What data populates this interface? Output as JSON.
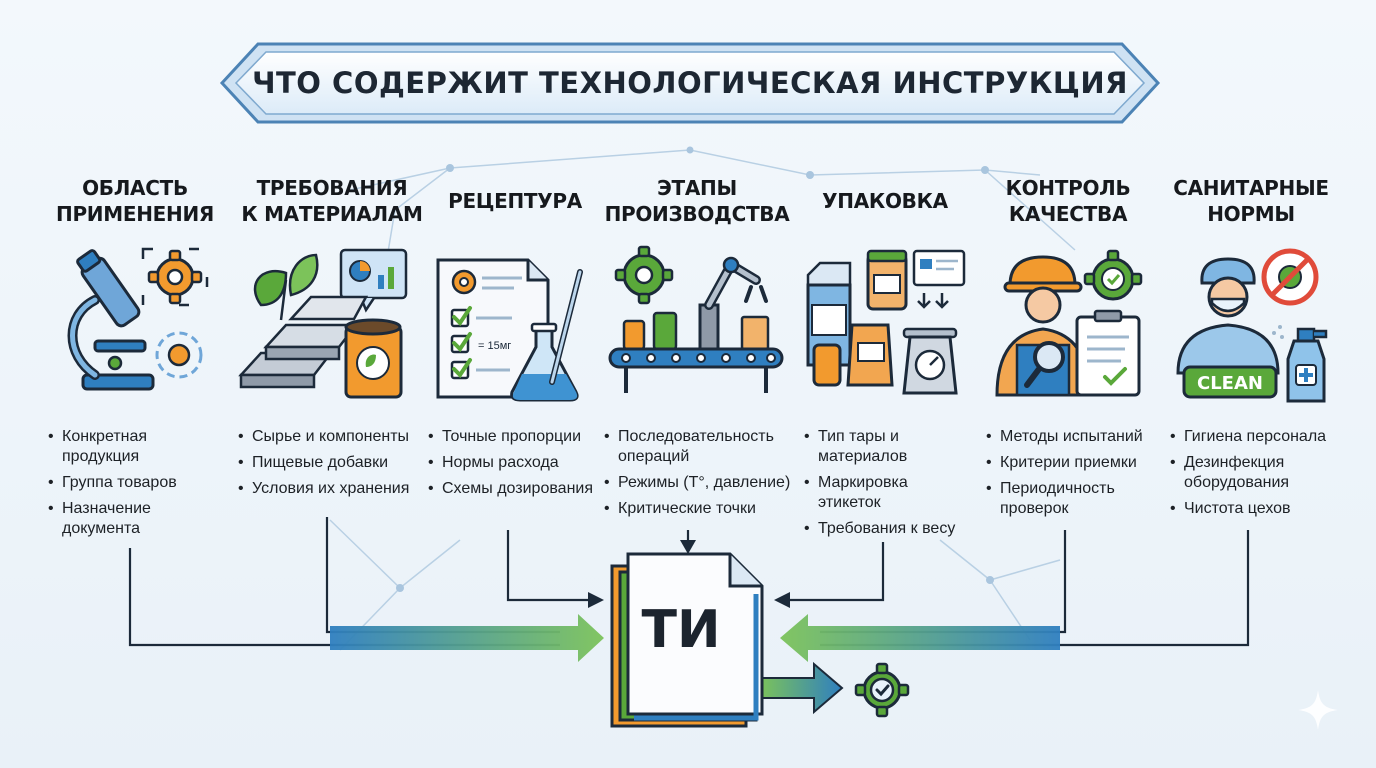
{
  "title": "ЧТО СОДЕРЖИТ ТЕХНОЛОГИЧЕСКАЯ ИНСТРУКЦИЯ",
  "center": {
    "label": "ТИ"
  },
  "colors": {
    "accent_blue": "#2f7fc0",
    "accent_green": "#5aa83a",
    "accent_orange": "#f29a2e",
    "banner_fill": "#e8f2fb",
    "text": "#16191d"
  },
  "columns": [
    {
      "heading": [
        "ОБЛАСТЬ",
        "ПРИМЕНЕНИЯ"
      ],
      "icon": "microscope-gear-target-icon",
      "items": [
        "Конкретная продукция",
        "Группа товаров",
        "Назначение документа"
      ]
    },
    {
      "heading": [
        "ТРЕБОВАНИЯ",
        "К МАТЕРИАЛАМ"
      ],
      "icon": "metal-bars-can-leaves-icon",
      "items": [
        "Сырье и компоненты",
        "Пищевые добавки",
        "Условия их хранения"
      ]
    },
    {
      "heading": [
        "РЕЦЕПТУРА"
      ],
      "icon": "checklist-flask-icon",
      "icon_text": "= 15мг",
      "items": [
        "Точные пропорции",
        "Нормы расхода",
        "Схемы дозирования"
      ]
    },
    {
      "heading": [
        "ЭТАПЫ",
        "ПРОИЗВОДСТВА"
      ],
      "icon": "conveyor-robot-arm-icon",
      "items": [
        "Последовательность операций",
        "Режимы (Т°, давление)",
        "Критические точки"
      ]
    },
    {
      "heading": [
        "УПАКОВКА"
      ],
      "icon": "packages-scale-icon",
      "items": [
        "Тип тары и материалов",
        "Маркировка этикеток",
        "Требования к весу"
      ]
    },
    {
      "heading": [
        "КОНТРОЛЬ",
        "КАЧЕСТВА"
      ],
      "icon": "inspector-clipboard-icon",
      "items": [
        "Методы испытаний",
        "Критерии приемки",
        "Периодичность проверок"
      ]
    },
    {
      "heading": [
        "САНИТАРНЫЕ",
        "НОРМЫ"
      ],
      "icon": "hygiene-worker-spray-icon",
      "icon_text": "CLEAN",
      "items": [
        "Гигиена персонала",
        "Дезинфекция оборудования",
        "Чистота цехов"
      ]
    }
  ]
}
